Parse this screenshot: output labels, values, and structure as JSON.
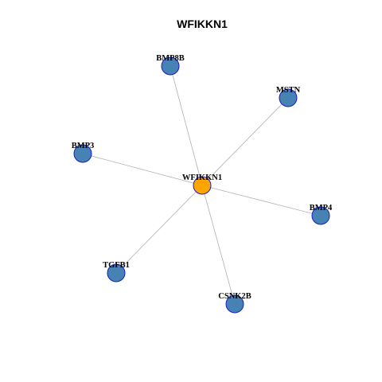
{
  "title": "WFIKKN1",
  "colors": {
    "center_node": "#FFA500",
    "neighbor_node": "#4682B4",
    "node_border": "#1A1ACC",
    "edge": "#B0B0B0"
  },
  "nodes": [
    {
      "id": "WFIKKN1",
      "label": "WFIKKN1",
      "role": "center"
    },
    {
      "id": "BMP8B",
      "label": "BMP8B",
      "role": "neighbor"
    },
    {
      "id": "MSTN",
      "label": "MSTN",
      "role": "neighbor"
    },
    {
      "id": "BMP3",
      "label": "BMP3",
      "role": "neighbor"
    },
    {
      "id": "BMP4",
      "label": "BMP4",
      "role": "neighbor"
    },
    {
      "id": "TGFB1",
      "label": "TGFB1",
      "role": "neighbor"
    },
    {
      "id": "CSNK2B",
      "label": "CSNK2B",
      "role": "neighbor"
    }
  ],
  "edges": [
    {
      "source": "WFIKKN1",
      "target": "BMP8B"
    },
    {
      "source": "WFIKKN1",
      "target": "MSTN"
    },
    {
      "source": "WFIKKN1",
      "target": "BMP3"
    },
    {
      "source": "WFIKKN1",
      "target": "BMP4"
    },
    {
      "source": "WFIKKN1",
      "target": "TGFB1"
    },
    {
      "source": "WFIKKN1",
      "target": "CSNK2B"
    }
  ]
}
